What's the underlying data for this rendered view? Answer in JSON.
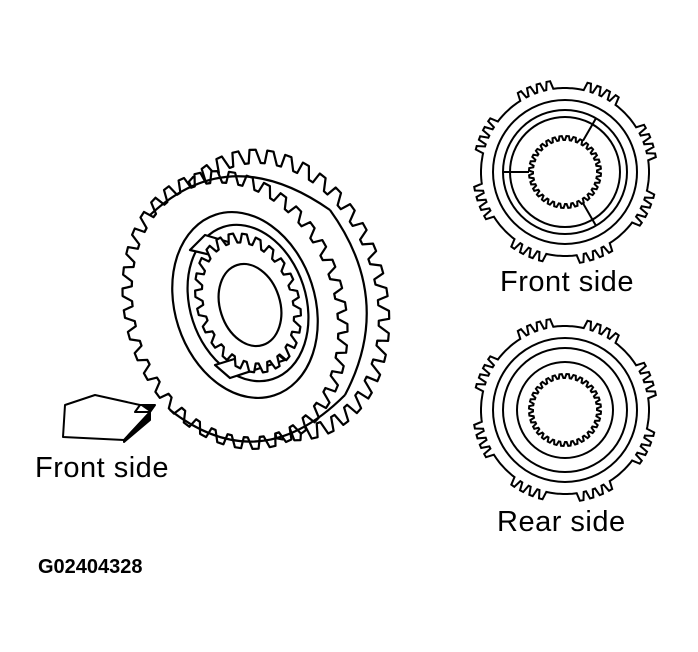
{
  "labels": {
    "main_front_side": "Front side",
    "top_view": "Front side",
    "bottom_view": "Rear side",
    "figure_code": "G02404328"
  },
  "colors": {
    "line": "#000000",
    "fill": "#ffffff"
  }
}
